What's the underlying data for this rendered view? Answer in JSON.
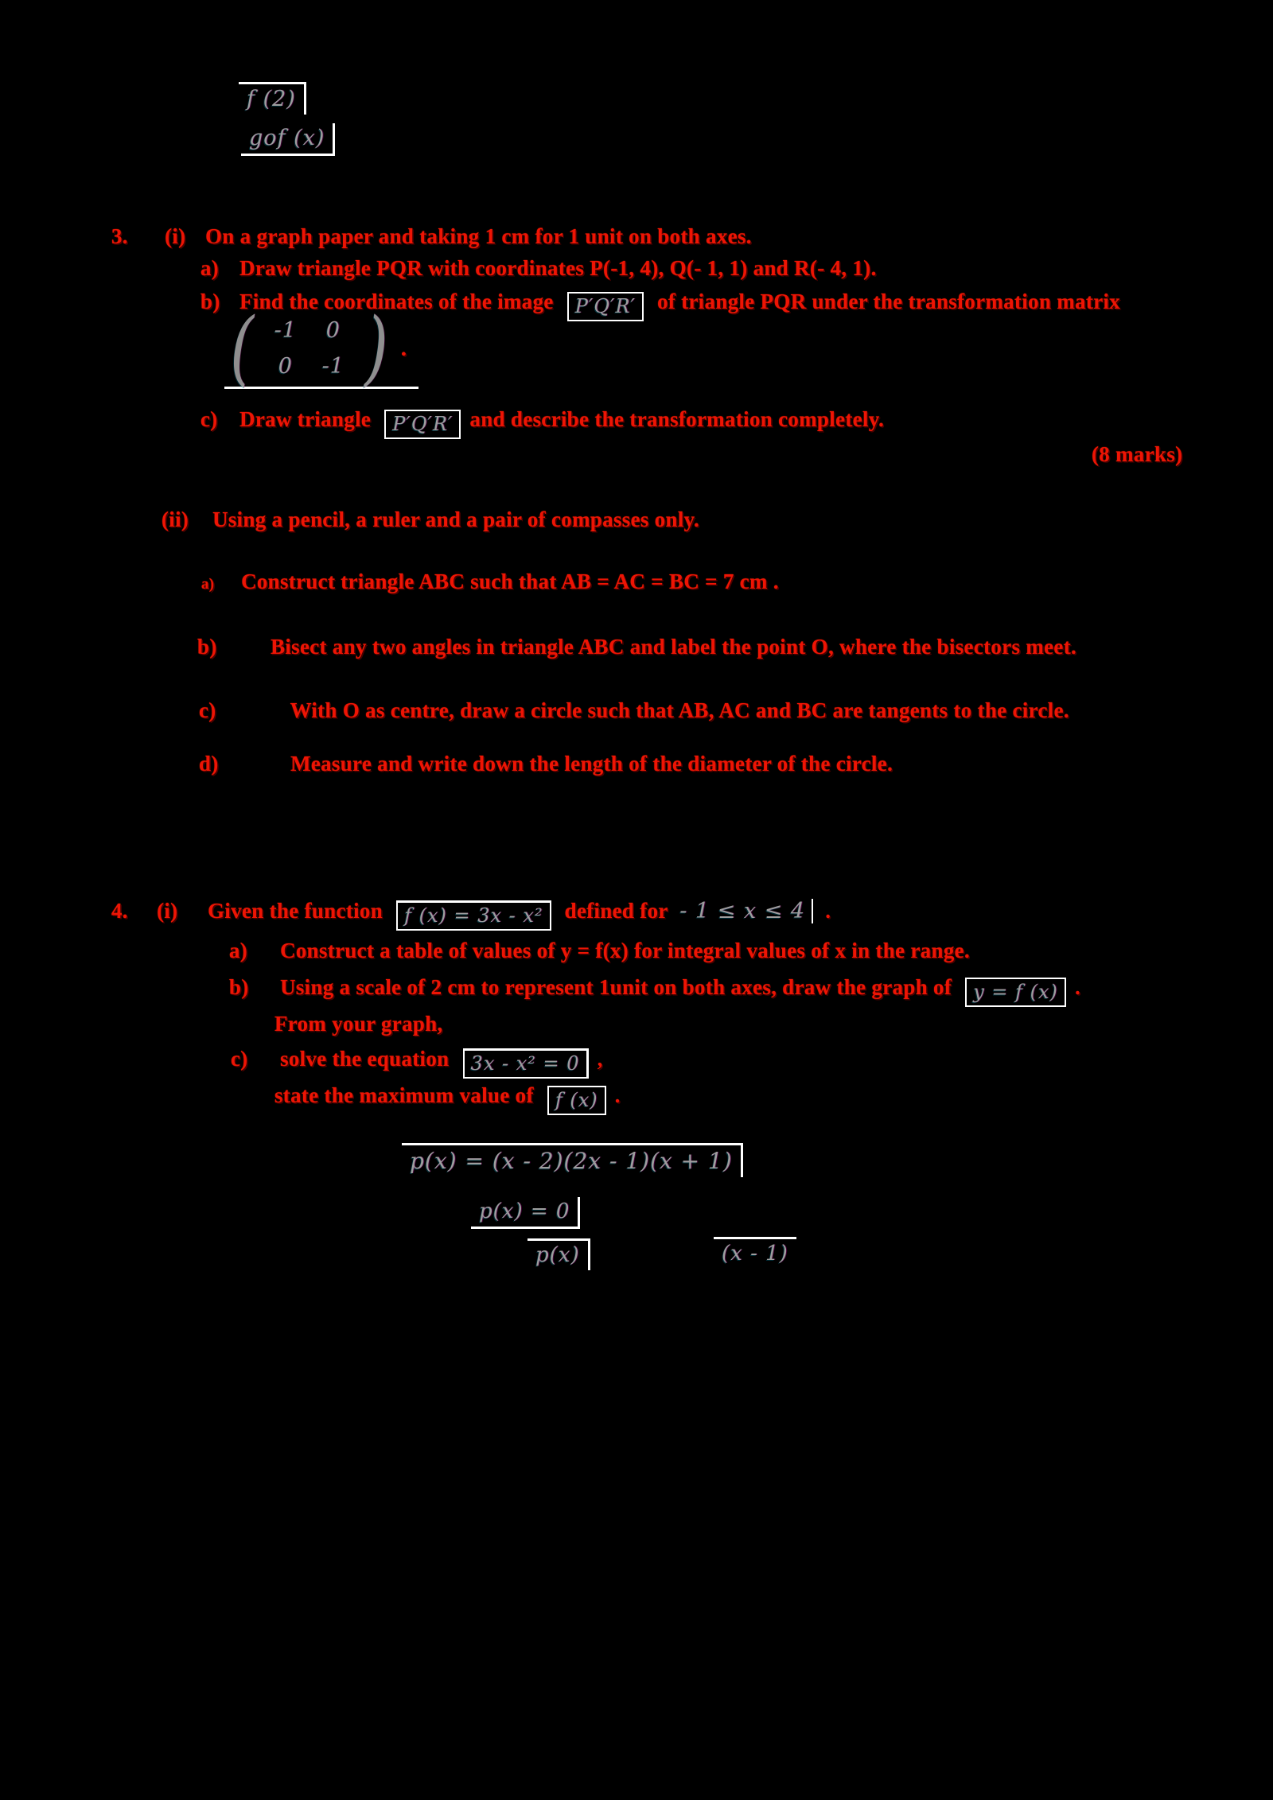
{
  "page": {
    "background": "#000000",
    "text_color": "#ee1404",
    "equation_color": "#9e9e9e",
    "box_border_color": "#ffffff"
  },
  "top_equations": {
    "eq1": "f (2)",
    "eq2": "gof (x)"
  },
  "q3": {
    "number": "3.",
    "part_i": {
      "label": "(i)",
      "intro": "On a graph paper and taking 1 cm for 1 unit on both axes.",
      "item_a_label": "a)",
      "item_a": "Draw triangle PQR with coordinates P(-1, 4), Q(- 1, 1) and R(- 4, 1).",
      "item_b_label": "b)",
      "item_b_pre": "Find the coordinates of the image",
      "item_b_eq": "P′Q′R′",
      "item_b_post": "of triangle PQR under the transformation matrix",
      "matrix": {
        "r1c1": "-1",
        "r1c2": "0",
        "r2c1": "0",
        "r2c2": "-1",
        "period": "."
      },
      "item_c_label": "c)",
      "item_c_pre": "Draw triangle",
      "item_c_eq": "P′Q′R′",
      "item_c_post": "and describe the transformation completely.",
      "marks": "(8 marks)"
    },
    "part_ii": {
      "label": "(ii)",
      "intro": "Using a pencil, a ruler and a pair of compasses only.",
      "items": [
        {
          "label": "a)",
          "text": "Construct triangle ABC such that AB = AC = BC = 7 cm ."
        },
        {
          "label": "b)",
          "text": "Bisect any two angles in triangle ABC and label the point O, where the bisectors meet."
        },
        {
          "label": "c)",
          "text": "With O as centre, draw a circle such that AB, AC and BC are tangents to the circle."
        },
        {
          "label": "d)",
          "text": "Measure and write down the length of the diameter of the circle."
        }
      ]
    }
  },
  "q4": {
    "number": "4.",
    "label": "(i)",
    "intro_pre": "Given the function",
    "intro_eq": "f (x) = 3x - x²",
    "intro_mid": "defined for",
    "intro_range": "- 1 ≤ x ≤ 4",
    "intro_period": ".",
    "item_a_label": "a)",
    "item_a": "Construct a table of values of y = f(x) for integral values of x in the range.",
    "item_b_label": "b)",
    "item_b_pre": "Using a scale of 2 cm to represent 1unit on both axes, draw the graph of",
    "item_b_eq": "y = f (x)",
    "item_b_period": ".",
    "from_graph": "From your graph,",
    "item_c_label": "c)",
    "item_c_pre": "solve the equation",
    "item_c_eq": "3x - x² = 0",
    "item_c_comma": ",",
    "item_c2_pre": "state the maximum value of",
    "item_c2_eq": "f (x)",
    "item_c2_period": "."
  },
  "bottom_equations": {
    "eq1": "p(x) = (x - 2)(2x - 1)(x + 1)",
    "eq2": "p(x) = 0",
    "eq3": "p(x)",
    "eq4": "(x - 1)"
  }
}
